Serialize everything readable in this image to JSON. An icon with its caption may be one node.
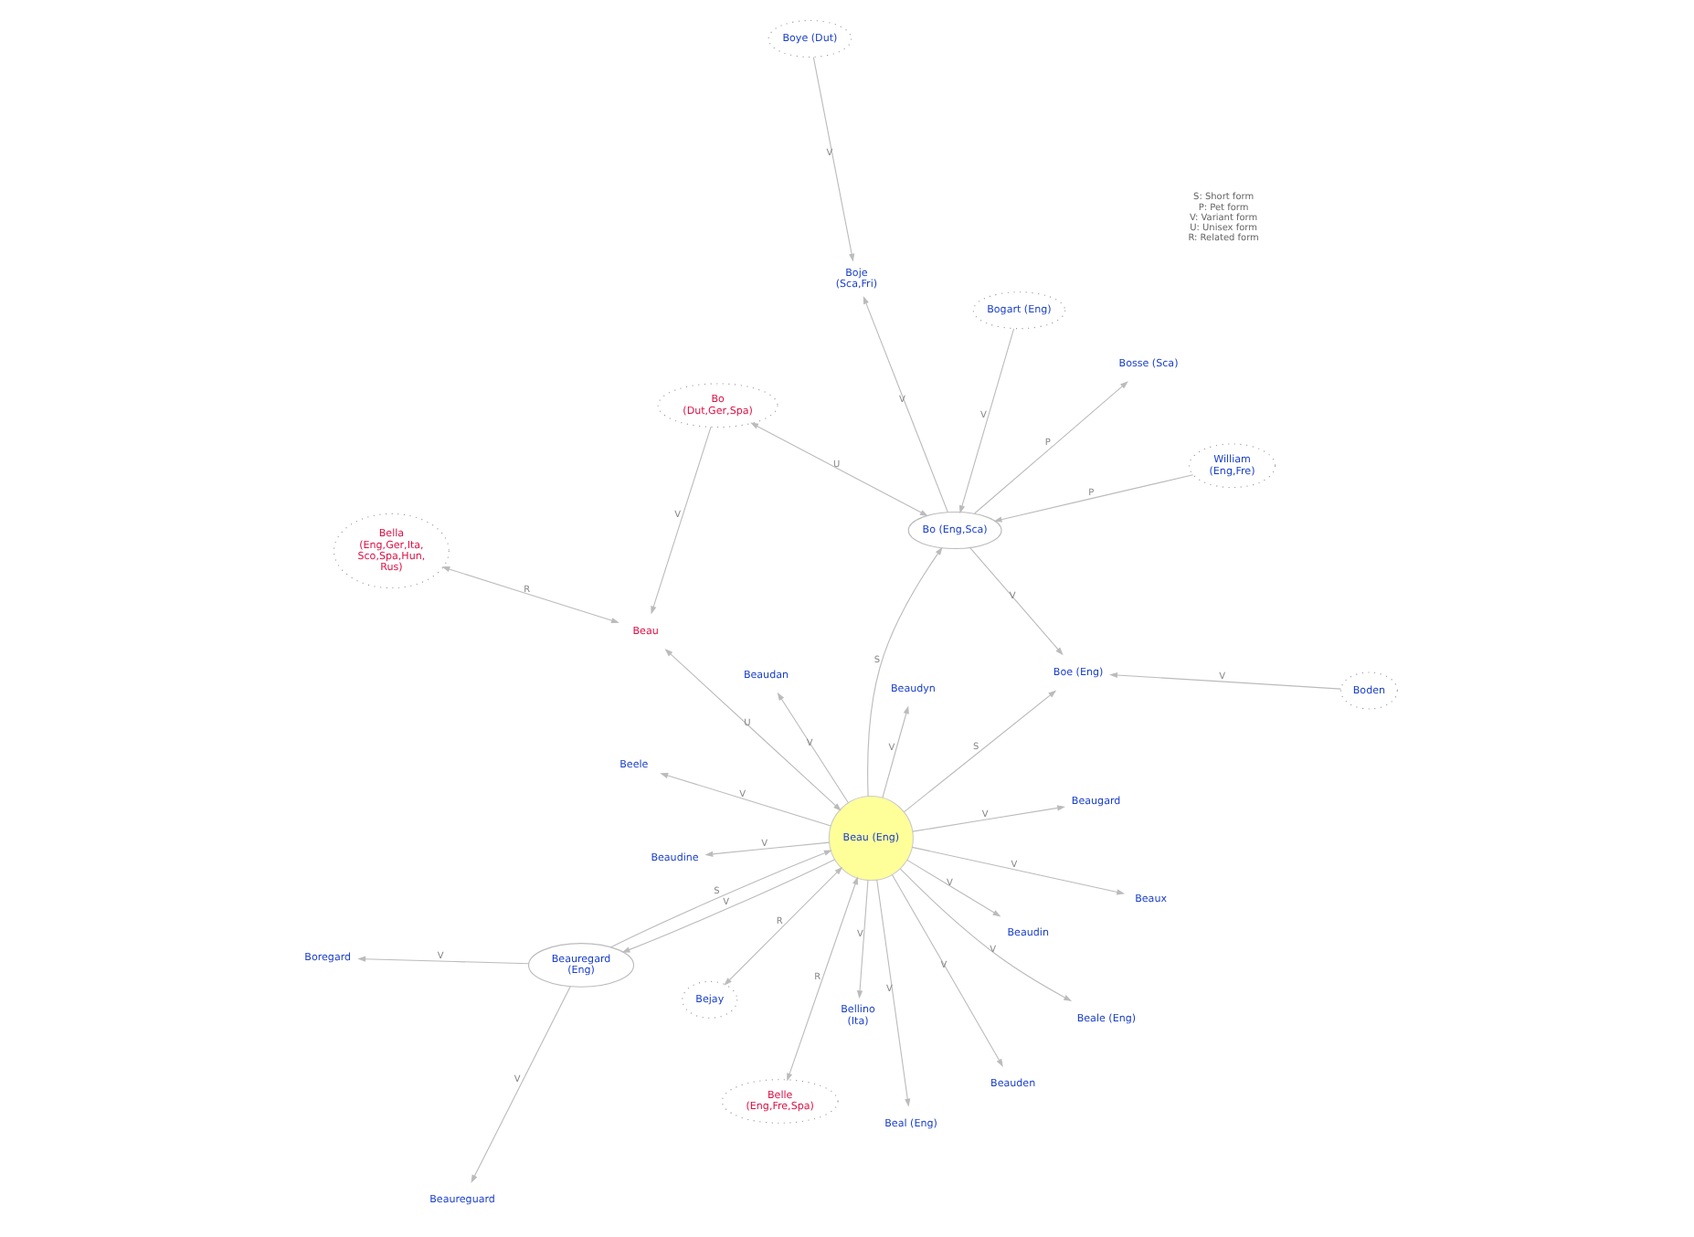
{
  "diagram": {
    "nodes": [
      {
        "text": [
          "Beau (Eng)"
        ]
      },
      {
        "text": [
          "Beaudin"
        ]
      },
      {
        "text": [
          "Beaureguard"
        ]
      },
      {
        "text": [
          "Boregard"
        ]
      },
      {
        "text": [
          "Beaudyn"
        ]
      },
      {
        "text": [
          "Beauregard (Eng)"
        ]
      },
      {
        "text": [
          "Beaudine"
        ]
      },
      {
        "text": [
          "Beale (Eng)"
        ]
      },
      {
        "text": [
          "Bejay"
        ]
      },
      {
        "text": [
          "Beal (Eng)"
        ]
      },
      {
        "text": [
          "Belle (Eng,Fre,Spa)"
        ]
      },
      {
        "text": [
          "Beele"
        ]
      },
      {
        "text": [
          "Beaux"
        ]
      },
      {
        "text": [
          "Beaugard"
        ]
      },
      {
        "text": [
          "Bella (Eng,Ger,Ita, Sco,Spa,Hun, Rus)"
        ]
      },
      {
        "text": [
          "Bellino (Ita)"
        ]
      },
      {
        "text": [
          "Beauden"
        ]
      },
      {
        "text": [
          "Beaudan"
        ]
      },
      {
        "text": [
          "Beau"
        ]
      },
      {
        "text": [
          "Boje (Sca,Fri)"
        ]
      },
      {
        "text": [
          "Bo (Eng,Sca)"
        ]
      },
      {
        "text": [
          "Boe (Eng)"
        ]
      },
      {
        "text": [
          "Bo (Dut,Ger,Spa)"
        ]
      },
      {
        "text": [
          "Boden"
        ]
      },
      {
        "text": [
          "Boye (Dut)"
        ]
      },
      {
        "text": [
          "William (Eng,Fre)"
        ]
      },
      {
        "text": [
          "Bosse (Sca)"
        ]
      },
      {
        "text": [
          "Bogart (Eng)"
        ]
      }
    ],
    "edges": [
      {
        "from": 0,
        "to": 1,
        "arrow": "to",
        "label": "V"
      },
      {
        "from": 0,
        "to": 4,
        "arrow": "to",
        "label": "V"
      },
      {
        "from": 0,
        "to": 6,
        "arrow": "to",
        "label": "V"
      },
      {
        "from": 0,
        "to": 8,
        "arrow": "both",
        "label": "R"
      },
      {
        "from": 0,
        "to": 7,
        "arrow": "to",
        "label": "V"
      },
      {
        "from": 0,
        "to": 5,
        "arrow": "to",
        "label": "V"
      },
      {
        "from": 5,
        "to": 0,
        "arrow": "to",
        "label": "S"
      },
      {
        "from": 5,
        "to": 2,
        "arrow": "to",
        "label": "V"
      },
      {
        "from": 5,
        "to": 3,
        "arrow": "to",
        "label": "V"
      },
      {
        "from": 0,
        "to": 9,
        "arrow": "to",
        "label": "V"
      },
      {
        "from": 0,
        "to": 10,
        "arrow": "both",
        "label": "R"
      },
      {
        "from": 0,
        "to": 11,
        "arrow": "to",
        "label": "V"
      },
      {
        "from": 0,
        "to": 12,
        "arrow": "to",
        "label": "V"
      },
      {
        "from": 0,
        "to": 13,
        "arrow": "to",
        "label": "V"
      },
      {
        "from": 0,
        "to": 18,
        "arrow": "both",
        "label": "U"
      },
      {
        "from": 0,
        "to": 15,
        "arrow": "to",
        "label": "V"
      },
      {
        "from": 0,
        "to": 17,
        "arrow": "to",
        "label": "V"
      },
      {
        "from": 0,
        "to": 16,
        "arrow": "to",
        "label": "V"
      },
      {
        "from": 0,
        "to": 20,
        "arrow": "to",
        "label": "S"
      },
      {
        "from": 0,
        "to": 21,
        "arrow": "to",
        "label": "S"
      },
      {
        "from": 14,
        "to": 18,
        "arrow": "both",
        "label": "R"
      },
      {
        "from": 22,
        "to": 18,
        "arrow": "to",
        "label": "V"
      },
      {
        "from": 20,
        "to": 19,
        "arrow": "to",
        "label": "V"
      },
      {
        "from": 20,
        "to": 21,
        "arrow": "to",
        "label": "V"
      },
      {
        "from": 20,
        "to": 22,
        "arrow": "both",
        "label": "U"
      },
      {
        "from": 23,
        "to": 21,
        "arrow": "to",
        "label": "V"
      },
      {
        "from": 24,
        "to": 19,
        "arrow": "to",
        "label": "V"
      },
      {
        "from": 25,
        "to": 20,
        "arrow": "to",
        "label": "P"
      },
      {
        "from": 20,
        "to": 26,
        "arrow": "to",
        "label": "P"
      },
      {
        "from": 27,
        "to": 20,
        "arrow": "to",
        "label": "V"
      }
    ],
    "labels": [
      "S: Short form",
      "P: Pet form",
      "V: Variant form",
      "U: Unisex form",
      "R: Related form"
    ]
  }
}
